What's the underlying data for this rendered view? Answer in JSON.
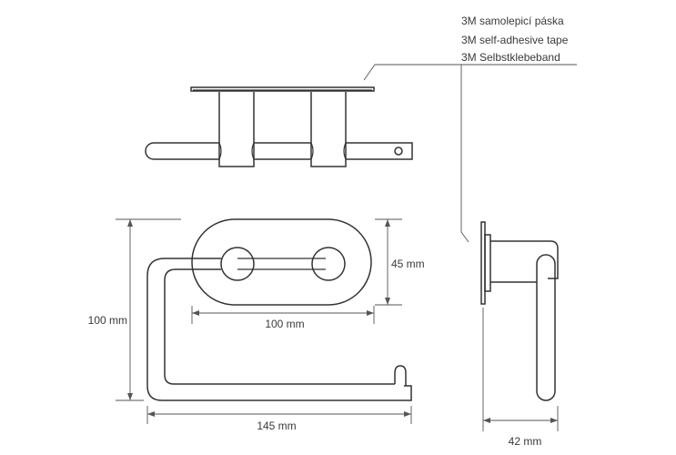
{
  "callout": {
    "tape_cz": "3M samolepicí páska",
    "tape_en": "3M self-adhesive tape",
    "tape_de": "3M Selbstklebeband"
  },
  "dimensions": {
    "height": "100 mm",
    "plate_height": "45 mm",
    "plate_width": "100 mm",
    "total_width": "145 mm",
    "depth": "42 mm"
  },
  "colors": {
    "line": "#333333",
    "dimension": "#555555",
    "text": "#3a3a3a",
    "background": "#ffffff"
  }
}
